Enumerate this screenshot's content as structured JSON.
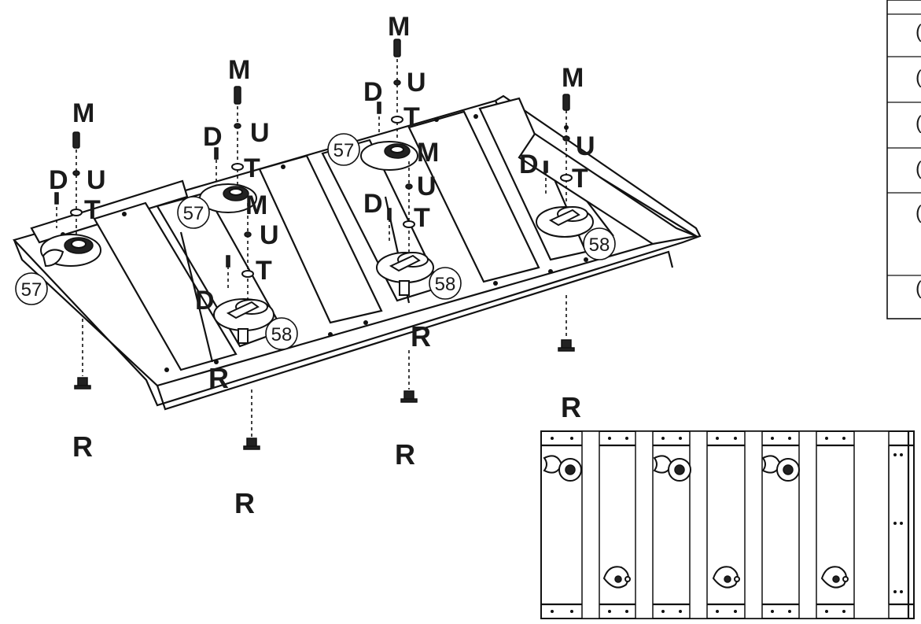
{
  "labels": {
    "screw": "M",
    "dowel": "D",
    "spacer": "U",
    "washer": "T",
    "foot": "R"
  },
  "callouts": {
    "bracket_a": "57",
    "bracket_b": "58"
  },
  "legend_table": {
    "rows": [
      "(",
      "(",
      "(",
      "(",
      "(",
      "("
    ]
  }
}
